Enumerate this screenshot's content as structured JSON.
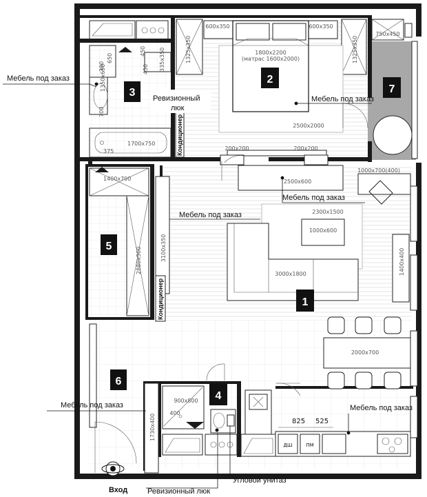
{
  "plan": {
    "rooms": [
      {
        "number": "1"
      },
      {
        "number": "2"
      },
      {
        "number": "3"
      },
      {
        "number": "4"
      },
      {
        "number": "5"
      },
      {
        "number": "6"
      },
      {
        "number": "7"
      }
    ],
    "callouts": {
      "custom_furniture_left": "Мебель под заказ",
      "custom_furniture_bedroom": "Мебель под заказ",
      "custom_furniture_living": "Мебель под заказ",
      "custom_furniture_tv": "Мебель под заказ",
      "custom_furniture_hall": "Мебель под заказ",
      "custom_furniture_kitchen": "Мебель под заказ",
      "inspection_hatch_bath_1": "Ревизионный",
      "inspection_hatch_bath_2": "люк",
      "inspection_hatch_wc": "Ревизионный люк",
      "corner_toilet": "Угловой унитаз",
      "entrance": "Вход"
    },
    "vertical_labels": {
      "ac_bedroom": "Кондиционер",
      "ac_living": "Кондиционер"
    },
    "dimensions": {
      "bed": "1800х2200",
      "mattress": "(матрас 1600х2000)",
      "nightstand_left": "600х350",
      "nightstand_right": "600х350",
      "wardrobe_left": "1325х350",
      "wardrobe_right": "1325х350",
      "rug_bedroom": "2500х2000",
      "balcony_cabinet": "750х450",
      "bath": "1700х750",
      "bath_375": "375",
      "sink_350": "1350х650",
      "wc_700": "700",
      "wc_300": "300",
      "wc_650": "650",
      "shelf_450a": "450",
      "shelf_450b": "450",
      "shelf_335": "335х350",
      "tv_unit_1": "200х200",
      "tv_unit_2": "200х200",
      "tv_console": "2500х600",
      "desk": "1000х700(400)",
      "rug_living": "2300х1500",
      "table_coffee": "1000х600",
      "sofa": "3000х1800",
      "cabinet_1400": "1400х400",
      "wardrobe_hall_top": "1400х700",
      "wardrobe_hall": "2880х500",
      "cabinet_3100": "3100х350",
      "dining_table": "2000х700",
      "shower": "900х800",
      "shower_400": "400",
      "hall_shelf": "1730х400",
      "kitchen_825": "825",
      "kitchen_525": "525",
      "appliance_dw": "ДШ",
      "appliance_wm": "ПМ"
    }
  }
}
